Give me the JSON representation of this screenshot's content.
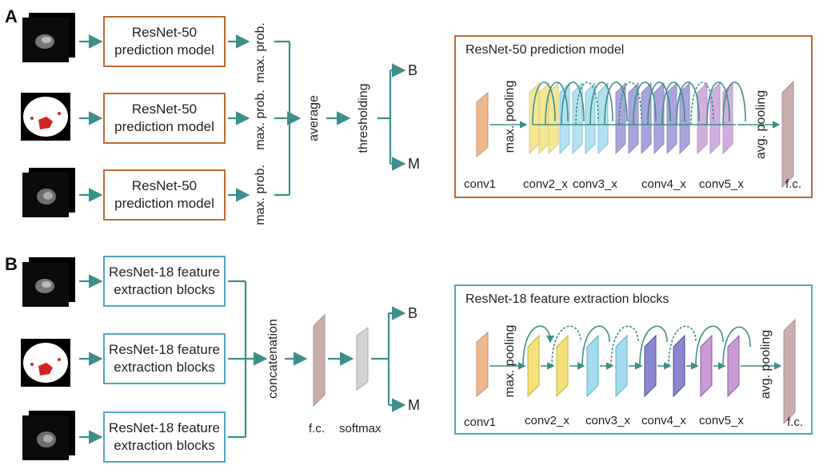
{
  "panel_a": {
    "letter": "A",
    "model_box_lines": [
      "ResNet-50",
      "prediction model"
    ],
    "max_prob_label": "max. prob.",
    "average_label": "average",
    "thresholding_label": "thresholding",
    "out_b": "B",
    "out_m": "M",
    "detail": {
      "title": "ResNet-50 prediction model",
      "max_pooling": "max. pooling",
      "avg_pooling": "avg. pooling",
      "conv1": "conv1",
      "conv2": "conv2_x",
      "conv3": "conv3_x",
      "conv4": "conv4_x",
      "conv5": "conv5_x",
      "fc": "f.c."
    }
  },
  "panel_b": {
    "letter": "B",
    "feature_box_lines": [
      "ResNet-18 feature",
      "extraction blocks"
    ],
    "concatenation_label": "concatenation",
    "fc_label": "f.c.",
    "softmax_label": "softmax",
    "out_b": "B",
    "out_m": "M",
    "detail": {
      "title": "ResNet-18 feature extraction blocks",
      "max_pooling": "max. pooling",
      "avg_pooling": "avg. pooling",
      "conv1": "conv1",
      "conv2": "conv2_x",
      "conv3": "conv3_x",
      "conv4": "conv4_x",
      "conv5": "conv5_x",
      "fc": "f.c."
    }
  },
  "colors": {
    "orange": "#c2692e",
    "blue": "#4fa6c6",
    "arrow": "#3c8f8a",
    "conv1": "#f0b88e",
    "conv2": "#f3e27a",
    "conv3": "#a6dcef",
    "conv4": "#8a87cf",
    "conv5": "#c89bd6",
    "fc": "#c9aeae",
    "softmax": "#cfcfcf"
  },
  "icons": [
    "scan-thumbnail",
    "mask-thumbnail",
    "arrow-right",
    "skip-connection-arc"
  ]
}
